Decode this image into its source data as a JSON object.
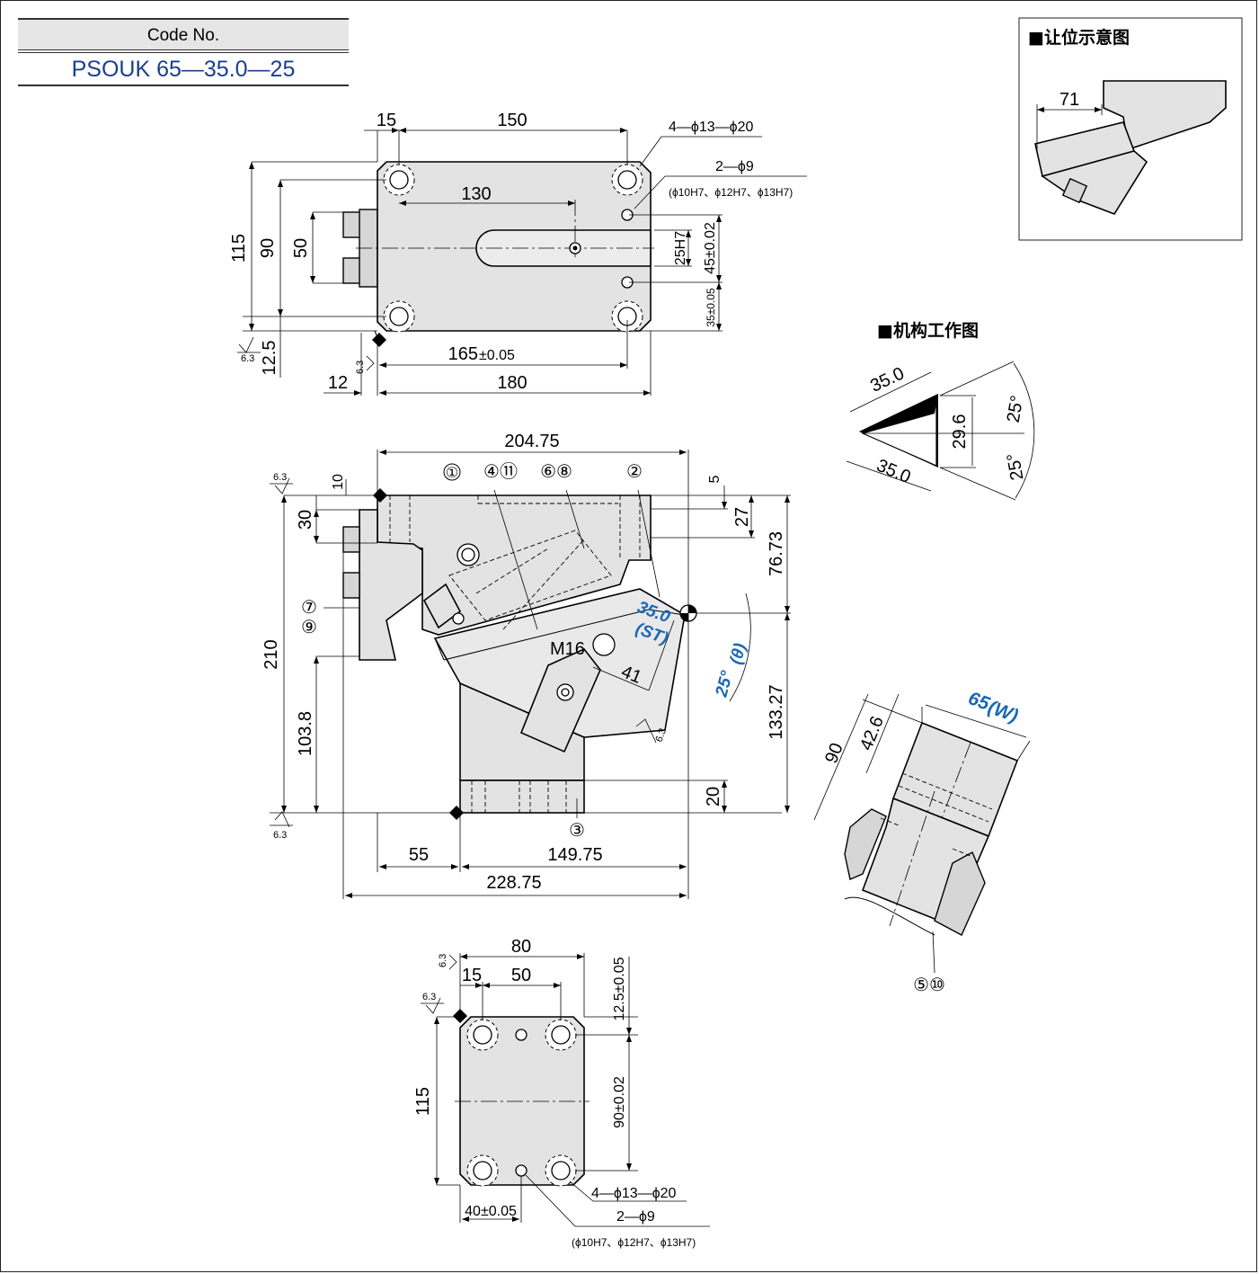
{
  "code_box": {
    "label": "Code No.",
    "value": "PSOUK 65—35.0—25"
  },
  "inset_titles": {
    "clearance": "■让位示意图",
    "mechanism": "■机构工作图"
  },
  "top_view": {
    "d15": "15",
    "d150": "150",
    "d130": "130",
    "d115": "115",
    "d90": "90",
    "d50": "50",
    "d12_5": "12.5",
    "d165": "165",
    "tol_005": "±0.05",
    "d180": "180",
    "d12": "12",
    "holes_4": "4—ϕ13—ϕ20",
    "holes_2": "2—ϕ9",
    "holes_2_note": "(ϕ10H7、ϕ12H7、ϕ13H7)",
    "d25h7": "25H7",
    "d45": "45±0.02",
    "d35": "35±0.05",
    "rough": "6.3"
  },
  "front_view": {
    "d204_75": "204.75",
    "d10": "10",
    "d30": "30",
    "d5": "5",
    "d27": "27",
    "d76_73": "76.73",
    "d210": "210",
    "d103_8": "103.8",
    "d133_27": "133.27",
    "d20": "20",
    "d55": "55",
    "d149_75": "149.75",
    "d228_75": "228.75",
    "m16": "M16",
    "d41": "41",
    "stroke_value": "35.0",
    "stroke_label": "(ST)",
    "angle_value": "25°",
    "angle_label": "(θ)",
    "rough": "6.3",
    "callouts": [
      "①",
      "④⑪",
      "⑥⑧",
      "②",
      "⑦",
      "⑨",
      "③"
    ]
  },
  "bottom_view": {
    "d80": "80",
    "d15": "15",
    "d50": "50",
    "d12_5": "12.5±0.05",
    "d115": "115",
    "d90": "90±0.02",
    "d40": "40±0.05",
    "holes_4": "4—ϕ13—ϕ20",
    "holes_2": "2—ϕ9",
    "holes_2_note": "(ϕ10H7、ϕ12H7、ϕ13H7)",
    "rough": "6.3"
  },
  "clearance_view": {
    "d71": "71"
  },
  "mechanism_view": {
    "d35a": "35.0",
    "d35b": "35.0",
    "d29_6": "29.6",
    "a25a": "25°",
    "a25b": "25°"
  },
  "iso_view": {
    "w_value": "65",
    "w_label": "(W)",
    "d90": "90",
    "d42_6": "42.6",
    "callout": "⑤⑩"
  }
}
